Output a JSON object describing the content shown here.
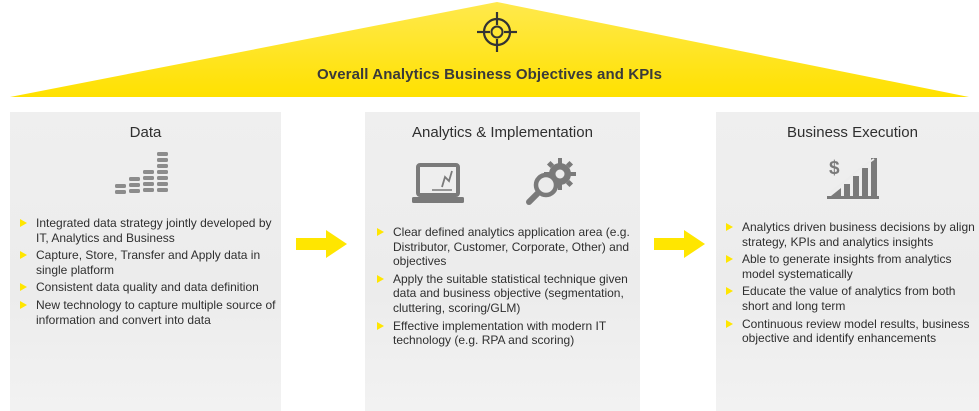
{
  "header": {
    "title": "Overall Analytics Business Objectives and KPIs",
    "icon": "crosshair-target-icon"
  },
  "colors": {
    "accent": "#ffe600",
    "panel": "#ececec",
    "text": "#2f2f2f",
    "icon_gray": "#8a8a8a"
  },
  "columns": [
    {
      "title": "Data",
      "icon": "coin-stack-icon",
      "bullets": [
        "Integrated data strategy jointly developed by IT, Analytics and Business",
        "Capture, Store, Transfer and Apply data in single platform",
        "Consistent data quality and data definition",
        "New technology to capture multiple source of information and convert into data"
      ]
    },
    {
      "title": "Analytics & Implementation",
      "icons": [
        "laptop-chart-icon",
        "magnifier-gear-icon"
      ],
      "bullets": [
        "Clear defined analytics application area (e.g. Distributor, Customer, Corporate, Other) and objectives",
        "Apply the suitable statistical technique given data and business objective (segmentation, cluttering, scoring/GLM)",
        "Effective implementation with modern IT technology (e.g. RPA and scoring)"
      ]
    },
    {
      "title": "Business Execution",
      "icon": "dollar-growth-chart-icon",
      "bullets": [
        "Analytics driven business decisions by align strategy, KPIs and analytics insights",
        "Able to generate insights from analytics model systematically",
        "Educate the value of analytics from both short and long term",
        "Continuous review model results, business objective and identify enhancements"
      ]
    }
  ],
  "connectors": [
    "right-arrow-icon",
    "right-arrow-icon"
  ]
}
